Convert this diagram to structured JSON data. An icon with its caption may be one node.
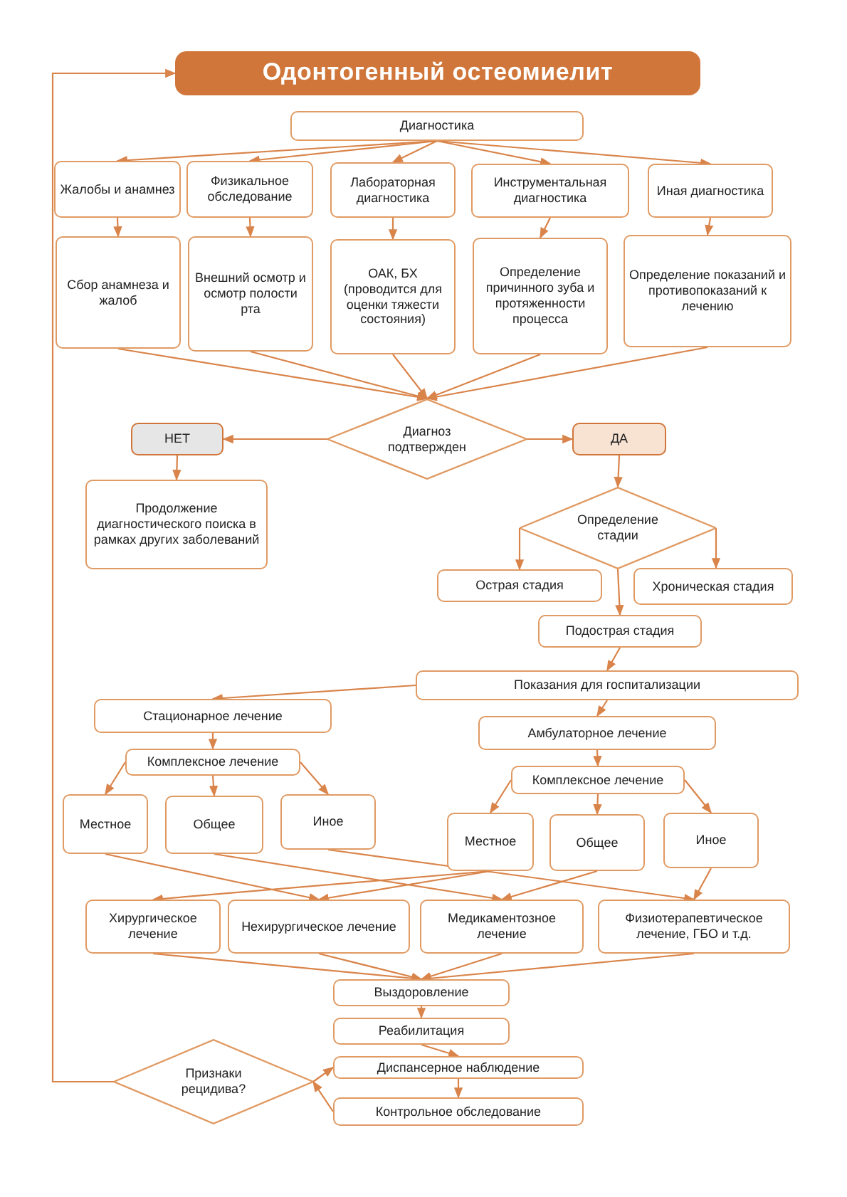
{
  "diagram": {
    "nodes": [
      {
        "text": [
          "Одонтогенный остеомиелит"
        ]
      },
      {
        "text": [
          "Диагностика"
        ]
      },
      {
        "text": [
          "Жалобы и анамнез"
        ]
      },
      {
        "text": [
          "Физикальное обследование"
        ]
      },
      {
        "text": [
          "Лабораторная диагностика"
        ]
      },
      {
        "text": [
          "Инструментальная диагностика"
        ]
      },
      {
        "text": [
          "Иная диагностика"
        ]
      },
      {
        "text": [
          "Сбор анамнеза и жалоб"
        ]
      },
      {
        "text": [
          "Внешний осмотр и осмотр полости рта"
        ]
      },
      {
        "text": [
          "ОАК, БХ (проводится для оценки тяжести состояния)"
        ]
      },
      {
        "text": [
          "Определение причинного зуба и протяженности процесса"
        ]
      },
      {
        "text": [
          "Определение показаний и противопоказаний к лечению"
        ]
      },
      {
        "text": [
          "Диагноз подтвержден"
        ]
      },
      {
        "text": [
          "НЕТ"
        ]
      },
      {
        "text": [
          "Продолжение диагностического поиска в рамках других заболеваний"
        ]
      },
      {
        "text": [
          "ДА"
        ]
      },
      {
        "text": [
          "Определение стадии"
        ]
      },
      {
        "text": [
          "Острая стадия"
        ]
      },
      {
        "text": [
          "Хроническая стадия"
        ]
      },
      {
        "text": [
          "Подострая стадия"
        ]
      },
      {
        "text": [
          "Показания для госпитализации"
        ]
      },
      {
        "text": [
          "Стационарное лечение"
        ]
      },
      {
        "text": [
          "Амбулаторное лечение"
        ]
      },
      {
        "text": [
          "Комплексное лечение"
        ]
      },
      {
        "text": [
          "Комплексное лечение"
        ]
      },
      {
        "text": [
          "Местное"
        ]
      },
      {
        "text": [
          "Общее"
        ]
      },
      {
        "text": [
          "Иное"
        ]
      },
      {
        "text": [
          "Местное"
        ]
      },
      {
        "text": [
          "Общее"
        ]
      },
      {
        "text": [
          "Иное"
        ]
      },
      {
        "text": [
          "Хирургическое лечение"
        ]
      },
      {
        "text": [
          "Нехирургическое лечение"
        ]
      },
      {
        "text": [
          "Медикаментозное лечение"
        ]
      },
      {
        "text": [
          "Физиотерапевтическое лечение, ГБО и т.д."
        ]
      },
      {
        "text": [
          "Выздоровление"
        ]
      },
      {
        "text": [
          "Реабилитация"
        ]
      },
      {
        "text": [
          "Диспансерное наблюдение"
        ]
      },
      {
        "text": [
          "Контрольное обследование"
        ]
      },
      {
        "text": [
          "Признаки рецидива?"
        ]
      }
    ],
    "edges": [
      {
        "from": 1,
        "to": 2,
        "arrow": "to"
      },
      {
        "from": 1,
        "to": 3,
        "arrow": "to"
      },
      {
        "from": 1,
        "to": 4,
        "arrow": "to"
      },
      {
        "from": 1,
        "to": 5,
        "arrow": "to"
      },
      {
        "from": 1,
        "to": 6,
        "arrow": "to"
      },
      {
        "from": 2,
        "to": 7,
        "arrow": "to"
      },
      {
        "from": 3,
        "to": 8,
        "arrow": "to"
      },
      {
        "from": 4,
        "to": 9,
        "arrow": "to"
      },
      {
        "from": 5,
        "to": 10,
        "arrow": "to"
      },
      {
        "from": 6,
        "to": 11,
        "arrow": "to"
      },
      {
        "from": 7,
        "to": 12,
        "arrow": "to"
      },
      {
        "from": 8,
        "to": 12,
        "arrow": "to"
      },
      {
        "from": 9,
        "to": 12,
        "arrow": "to"
      },
      {
        "from": 10,
        "to": 12,
        "arrow": "to"
      },
      {
        "from": 11,
        "to": 12,
        "arrow": "to"
      },
      {
        "from": 12,
        "to": 13,
        "arrow": "to"
      },
      {
        "from": 12,
        "to": 15,
        "arrow": "to"
      },
      {
        "from": 13,
        "to": 14,
        "arrow": "to"
      },
      {
        "from": 15,
        "to": 16,
        "arrow": "to"
      },
      {
        "from": 16,
        "to": 17,
        "arrow": "to"
      },
      {
        "from": 16,
        "to": 18,
        "arrow": "to"
      },
      {
        "from": 16,
        "to": 19,
        "arrow": "to"
      },
      {
        "from": 19,
        "to": 20,
        "arrow": "to"
      },
      {
        "from": 20,
        "to": 21,
        "arrow": "to"
      },
      {
        "from": 20,
        "to": 22,
        "arrow": "to"
      },
      {
        "from": 21,
        "to": 23,
        "arrow": "to"
      },
      {
        "from": 22,
        "to": 24,
        "arrow": "to"
      },
      {
        "from": 23,
        "to": 25,
        "arrow": "to"
      },
      {
        "from": 23,
        "to": 26,
        "arrow": "to"
      },
      {
        "from": 23,
        "to": 27,
        "arrow": "to"
      },
      {
        "from": 24,
        "to": 28,
        "arrow": "to"
      },
      {
        "from": 24,
        "to": 29,
        "arrow": "to"
      },
      {
        "from": 24,
        "to": 30,
        "arrow": "to"
      },
      {
        "from": 25,
        "to": 32,
        "arrow": "to"
      },
      {
        "from": 26,
        "to": 33,
        "arrow": "to"
      },
      {
        "from": 27,
        "to": 34,
        "arrow": "to"
      },
      {
        "from": 28,
        "to": 31,
        "arrow": "to"
      },
      {
        "from": 28,
        "to": 32,
        "arrow": "to"
      },
      {
        "from": 29,
        "to": 33,
        "arrow": "to"
      },
      {
        "from": 30,
        "to": 34,
        "arrow": "to"
      },
      {
        "from": 31,
        "to": 35,
        "arrow": "to"
      },
      {
        "from": 32,
        "to": 35,
        "arrow": "to"
      },
      {
        "from": 33,
        "to": 35,
        "arrow": "to"
      },
      {
        "from": 34,
        "to": 35,
        "arrow": "to"
      },
      {
        "from": 35,
        "to": 36,
        "arrow": "to"
      },
      {
        "from": 36,
        "to": 37,
        "arrow": "to"
      },
      {
        "from": 37,
        "to": 38,
        "arrow": "to"
      },
      {
        "from": 38,
        "to": 39,
        "arrow": "to"
      },
      {
        "from": 39,
        "to": 37,
        "arrow": "to"
      },
      {
        "from": 39,
        "to": 0,
        "arrow": "to"
      }
    ]
  }
}
